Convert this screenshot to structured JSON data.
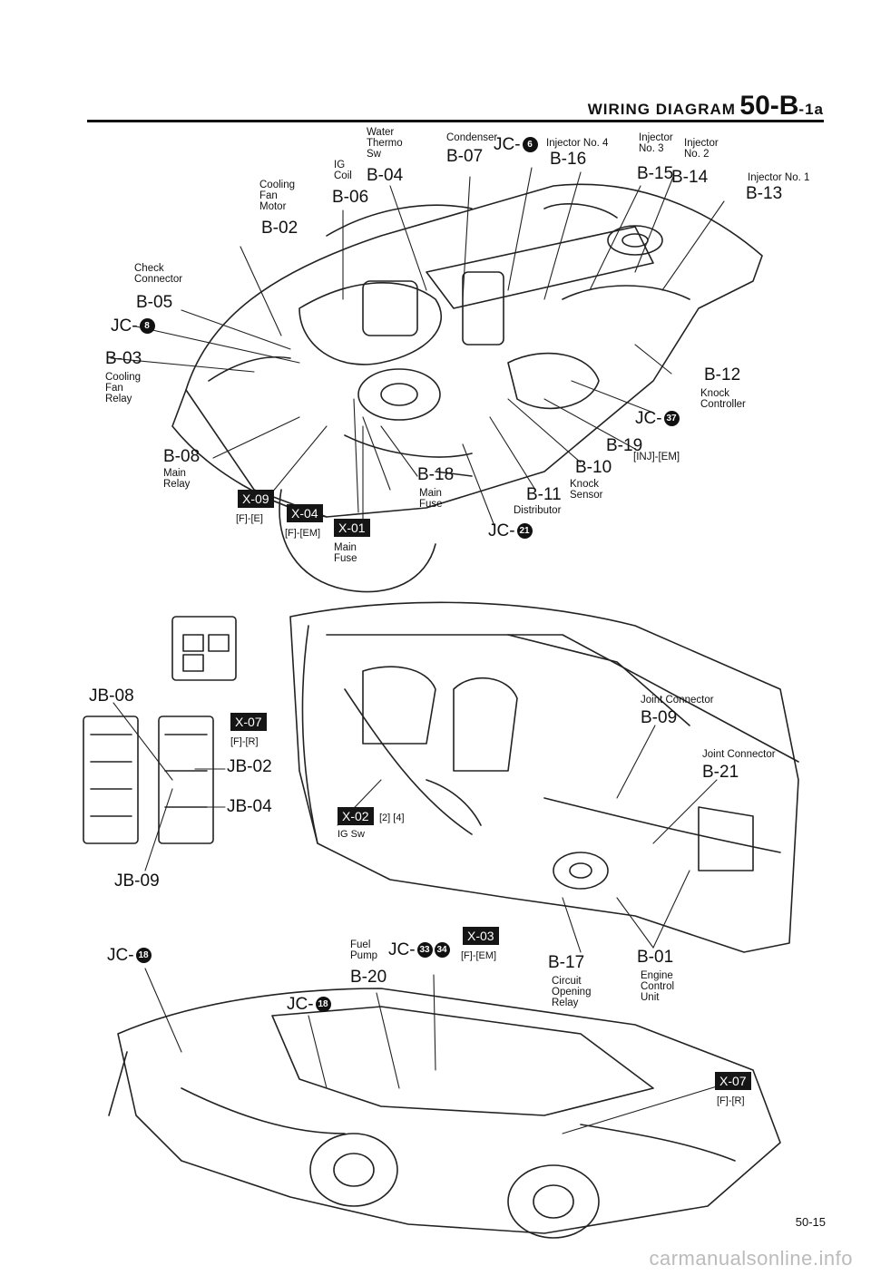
{
  "header": {
    "title": "WIRING DIAGRAM",
    "code": "50-B",
    "code_suffix": "-1a"
  },
  "page_number": "50-15",
  "watermark": "carmanualsonline.info",
  "labels": {
    "water_thermo_sw": [
      "Water",
      "Thermo",
      "Sw"
    ],
    "b04": "B-04",
    "condenser": "Condenser",
    "b07": "B-07",
    "jc6": {
      "prefix": "JC-",
      "num": "6"
    },
    "injector4": "Injector No. 4",
    "b16": "B-16",
    "injector3": [
      "Injector",
      "No. 3"
    ],
    "b15": "B-15",
    "injector2": [
      "Injector",
      "No. 2"
    ],
    "b14": "B-14",
    "injector1": "Injector No. 1",
    "b13": "B-13",
    "ig_coil": [
      "IG",
      "Coil"
    ],
    "b06": "B-06",
    "cooling_fan_motor": [
      "Cooling",
      "Fan",
      "Motor"
    ],
    "b02": "B-02",
    "check_connector": [
      "Check",
      "Connector"
    ],
    "b05": "B-05",
    "jc8": {
      "prefix": "JC-",
      "num": "8"
    },
    "b03": "B-03",
    "cooling_fan_relay": [
      "Cooling",
      "Fan",
      "Relay"
    ],
    "b12": "B-12",
    "knock_controller": [
      "Knock",
      "Controller"
    ],
    "jc37": {
      "prefix": "JC-",
      "num": "37"
    },
    "b19": "B-19",
    "b10": "B-10",
    "inj_em": "[INJ]-[EM]",
    "b11": "B-11",
    "knock_sensor": [
      "Knock",
      "Sensor"
    ],
    "distributor": "Distributor",
    "jc21": {
      "prefix": "JC-",
      "num": "21"
    },
    "b08": "B-08",
    "main_relay": [
      "Main",
      "Relay"
    ],
    "b18": "B-18",
    "main_fuse_1": [
      "Main",
      "Fuse"
    ],
    "main_fuse_2": [
      "Main",
      "Fuse"
    ],
    "x09": "X-09",
    "x09_sub": "[F]-[E]",
    "x04": "X-04",
    "x04_sub": "[F]-[EM]",
    "x01": "X-01",
    "jb08": "JB-08",
    "jb02": "JB-02",
    "jb04": "JB-04",
    "jb09": "JB-09",
    "x07a": "X-07",
    "x07a_sub": "[F]-[R]",
    "x02": "X-02",
    "x02_sub": "[2] [4]",
    "ig_sw": "IG Sw",
    "joint_connector_1": "Joint Connector",
    "b09": "B-09",
    "joint_connector_2": "Joint Connector",
    "b21": "B-21",
    "jc18a": {
      "prefix": "JC-",
      "num": "18"
    },
    "fuel_pump": [
      "Fuel",
      "Pump"
    ],
    "b20": "B-20",
    "jc33": {
      "prefix": "JC-",
      "num": "33"
    },
    "jc34_num": "34",
    "x03": "X-03",
    "x03_sub": "[F]-[EM]",
    "b17": "B-17",
    "circuit_opening_relay": [
      "Circuit",
      "Opening",
      "Relay"
    ],
    "b01": "B-01",
    "engine_control_unit": [
      "Engine",
      "Control",
      "Unit"
    ],
    "jc18b": {
      "prefix": "JC-",
      "num": "18"
    },
    "x07b": "X-07",
    "x07b_sub": "[F]-[R]"
  }
}
